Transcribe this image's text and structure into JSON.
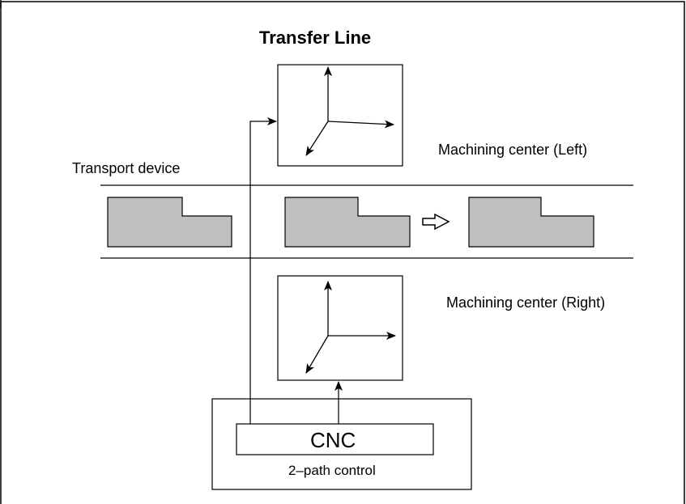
{
  "diagram": {
    "title": "Transfer Line",
    "labels": {
      "transport_device": "Transport device",
      "machining_center_left": "Machining center (Left)",
      "machining_center_right": "Machining center (Right)",
      "cnc": "CNC",
      "control": "2–path control"
    },
    "colors": {
      "workpiece_fill": "#c0c0c0",
      "line": "#000000",
      "background": "#ffffff"
    },
    "icons": {
      "flow_arrow": "hollow-right-arrow-icon",
      "axes": "three-axis-icon"
    }
  }
}
